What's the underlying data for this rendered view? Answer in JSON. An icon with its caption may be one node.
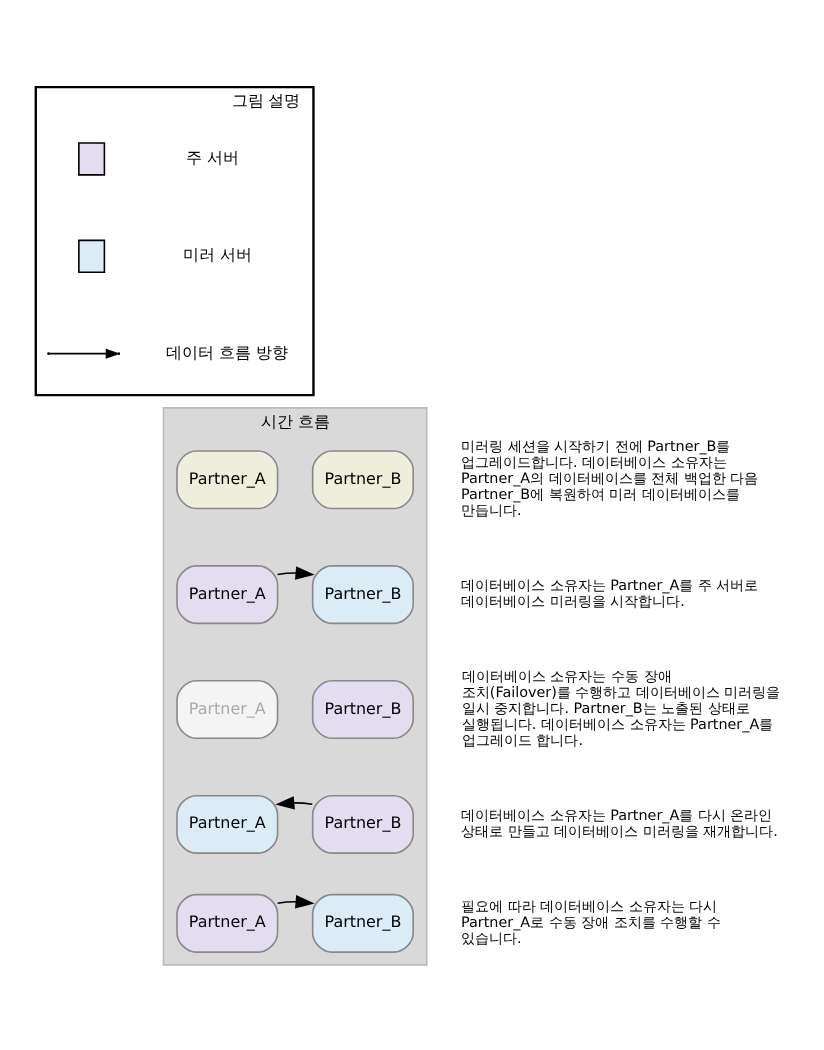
{
  "diagram": {
    "nodes": [
      {
        "text": [
          "그림 설명"
        ]
      },
      {
        "text": [
          "시간 흐름"
        ]
      },
      {
        "text": [
          "Partner_A"
        ],
        "in": 1
      },
      {
        "text": [
          "Partner_B"
        ],
        "in": 1
      },
      {
        "text": [
          "Partner_A"
        ],
        "in": 1
      },
      {
        "text": [
          "Partner_B"
        ],
        "in": 1
      },
      {
        "text": [
          "Partner_A"
        ],
        "in": 1
      },
      {
        "text": [
          "Partner_B"
        ],
        "in": 1
      },
      {
        "text": [
          "Partner_A"
        ],
        "in": 1
      },
      {
        "text": [
          "Partner_B"
        ],
        "in": 1
      },
      {
        "text": [
          "Partner_A"
        ],
        "in": 1
      },
      {
        "text": [
          "Partner_B"
        ],
        "in": 1
      }
    ],
    "edges": [
      {
        "from": 4,
        "to": 5,
        "arrow": "to"
      },
      {
        "from": 9,
        "to": 8,
        "arrow": "to"
      },
      {
        "from": 10,
        "to": 11,
        "arrow": "to"
      }
    ],
    "labels": [
      "미러링 세션을 시작하기 전에 Partner_B를 업그레이드합니다. 데이터베이스 소유자는 Partner_A의 데이터베이스를 전체 백업한 다음 Partner_B에 복원하여 미러 데이터베이스를 만듭니다.",
      "데이터베이스 소유자는 Partner_A를 주 서버로 데이터베이스 미러링을 시작합니다.",
      "데이터베이스 소유자는 수동 장애 조치(Failover)를 수행하고 데이터베이스 미러링을 일시 중지합니다. Partner_B는 노출된 상태로 실행됩니다. 데이터베이스 소유자는 Partner_A를 업그레이드 합니다.",
      "데이터베이스 소유자는 Partner_A를 다시 온라인 상태로 만들고 데이터베이스 미러링을 재개합니다.",
      "필요에 따라 데이터베이스 소유자는 다시 Partner_A로 수동 장애 조치를 수행할 수 있습니다."
    ],
    "legend": [
      {
        "text": "주 서버"
      },
      {
        "text": "미러 서버"
      },
      {
        "text": "데이터 흐름 방향"
      }
    ]
  }
}
